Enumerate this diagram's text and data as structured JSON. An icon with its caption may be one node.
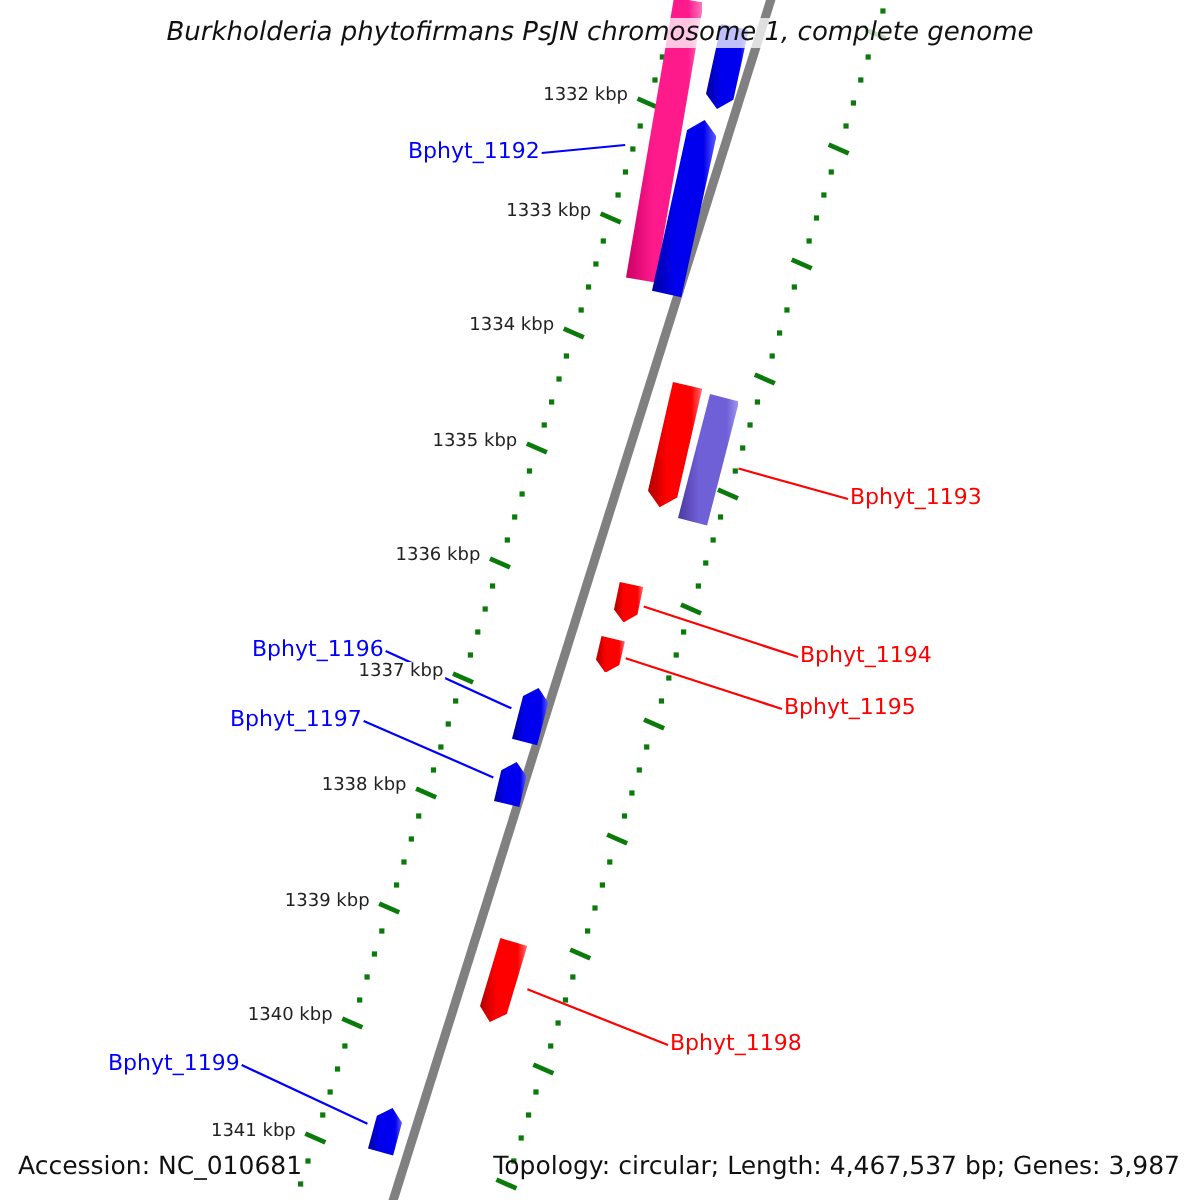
{
  "diagram": {
    "title": "Burkholderia phytofirmans PsJN chromosome 1, complete genome",
    "nodes": [
      {
        "text": [
          "Bphyt_1192"
        ]
      },
      {
        "text": [],
        "shape": "bar"
      },
      {
        "text": [],
        "shape": "bar"
      },
      {
        "text": [],
        "shape": "bar"
      },
      {
        "text": [],
        "shape": "bar"
      },
      {
        "text": [],
        "shape": "bar"
      },
      {
        "text": [
          "Bphyt_1193"
        ]
      },
      {
        "text": [],
        "shape": "bar"
      },
      {
        "text": [
          "Bphyt_1194"
        ]
      },
      {
        "text": [],
        "shape": "bar"
      },
      {
        "text": [
          "Bphyt_1195"
        ]
      },
      {
        "text": [
          "Bphyt_1196"
        ]
      },
      {
        "text": [],
        "shape": "bar"
      },
      {
        "text": [
          "Bphyt_1197"
        ]
      },
      {
        "text": [],
        "shape": "bar"
      },
      {
        "text": [],
        "shape": "bar"
      },
      {
        "text": [
          "Bphyt_1198"
        ]
      },
      {
        "text": [
          "Bphyt_1199"
        ]
      },
      {
        "text": [],
        "shape": "bar"
      }
    ],
    "edges": [
      {
        "from": 0,
        "to": 1,
        "arrow": "none",
        "color": "#0000ff"
      },
      {
        "from": 6,
        "to": 5,
        "arrow": "none",
        "color": "#ff0000"
      },
      {
        "from": 8,
        "to": 7,
        "arrow": "none",
        "color": "#ff0000"
      },
      {
        "from": 10,
        "to": 9,
        "arrow": "none",
        "color": "#ff0000"
      },
      {
        "from": 11,
        "to": 12,
        "arrow": "none",
        "color": "#0000ff"
      },
      {
        "from": 13,
        "to": 14,
        "arrow": "none",
        "color": "#0000ff"
      },
      {
        "from": 16,
        "to": 15,
        "arrow": "none",
        "color": "#ff0000"
      },
      {
        "from": 17,
        "to": 18,
        "arrow": "none",
        "color": "#0000ff"
      }
    ],
    "labels": [
      "1332 kbp",
      "1333 kbp",
      "1334 kbp",
      "1335 kbp",
      "1336 kbp",
      "1337 kbp",
      "1338 kbp",
      "1339 kbp",
      "1340 kbp",
      "1341 kbp",
      "Accession: NC_010681",
      "Topology: circular; Length: 4,467,537 bp; Genes: 3,987"
    ]
  }
}
